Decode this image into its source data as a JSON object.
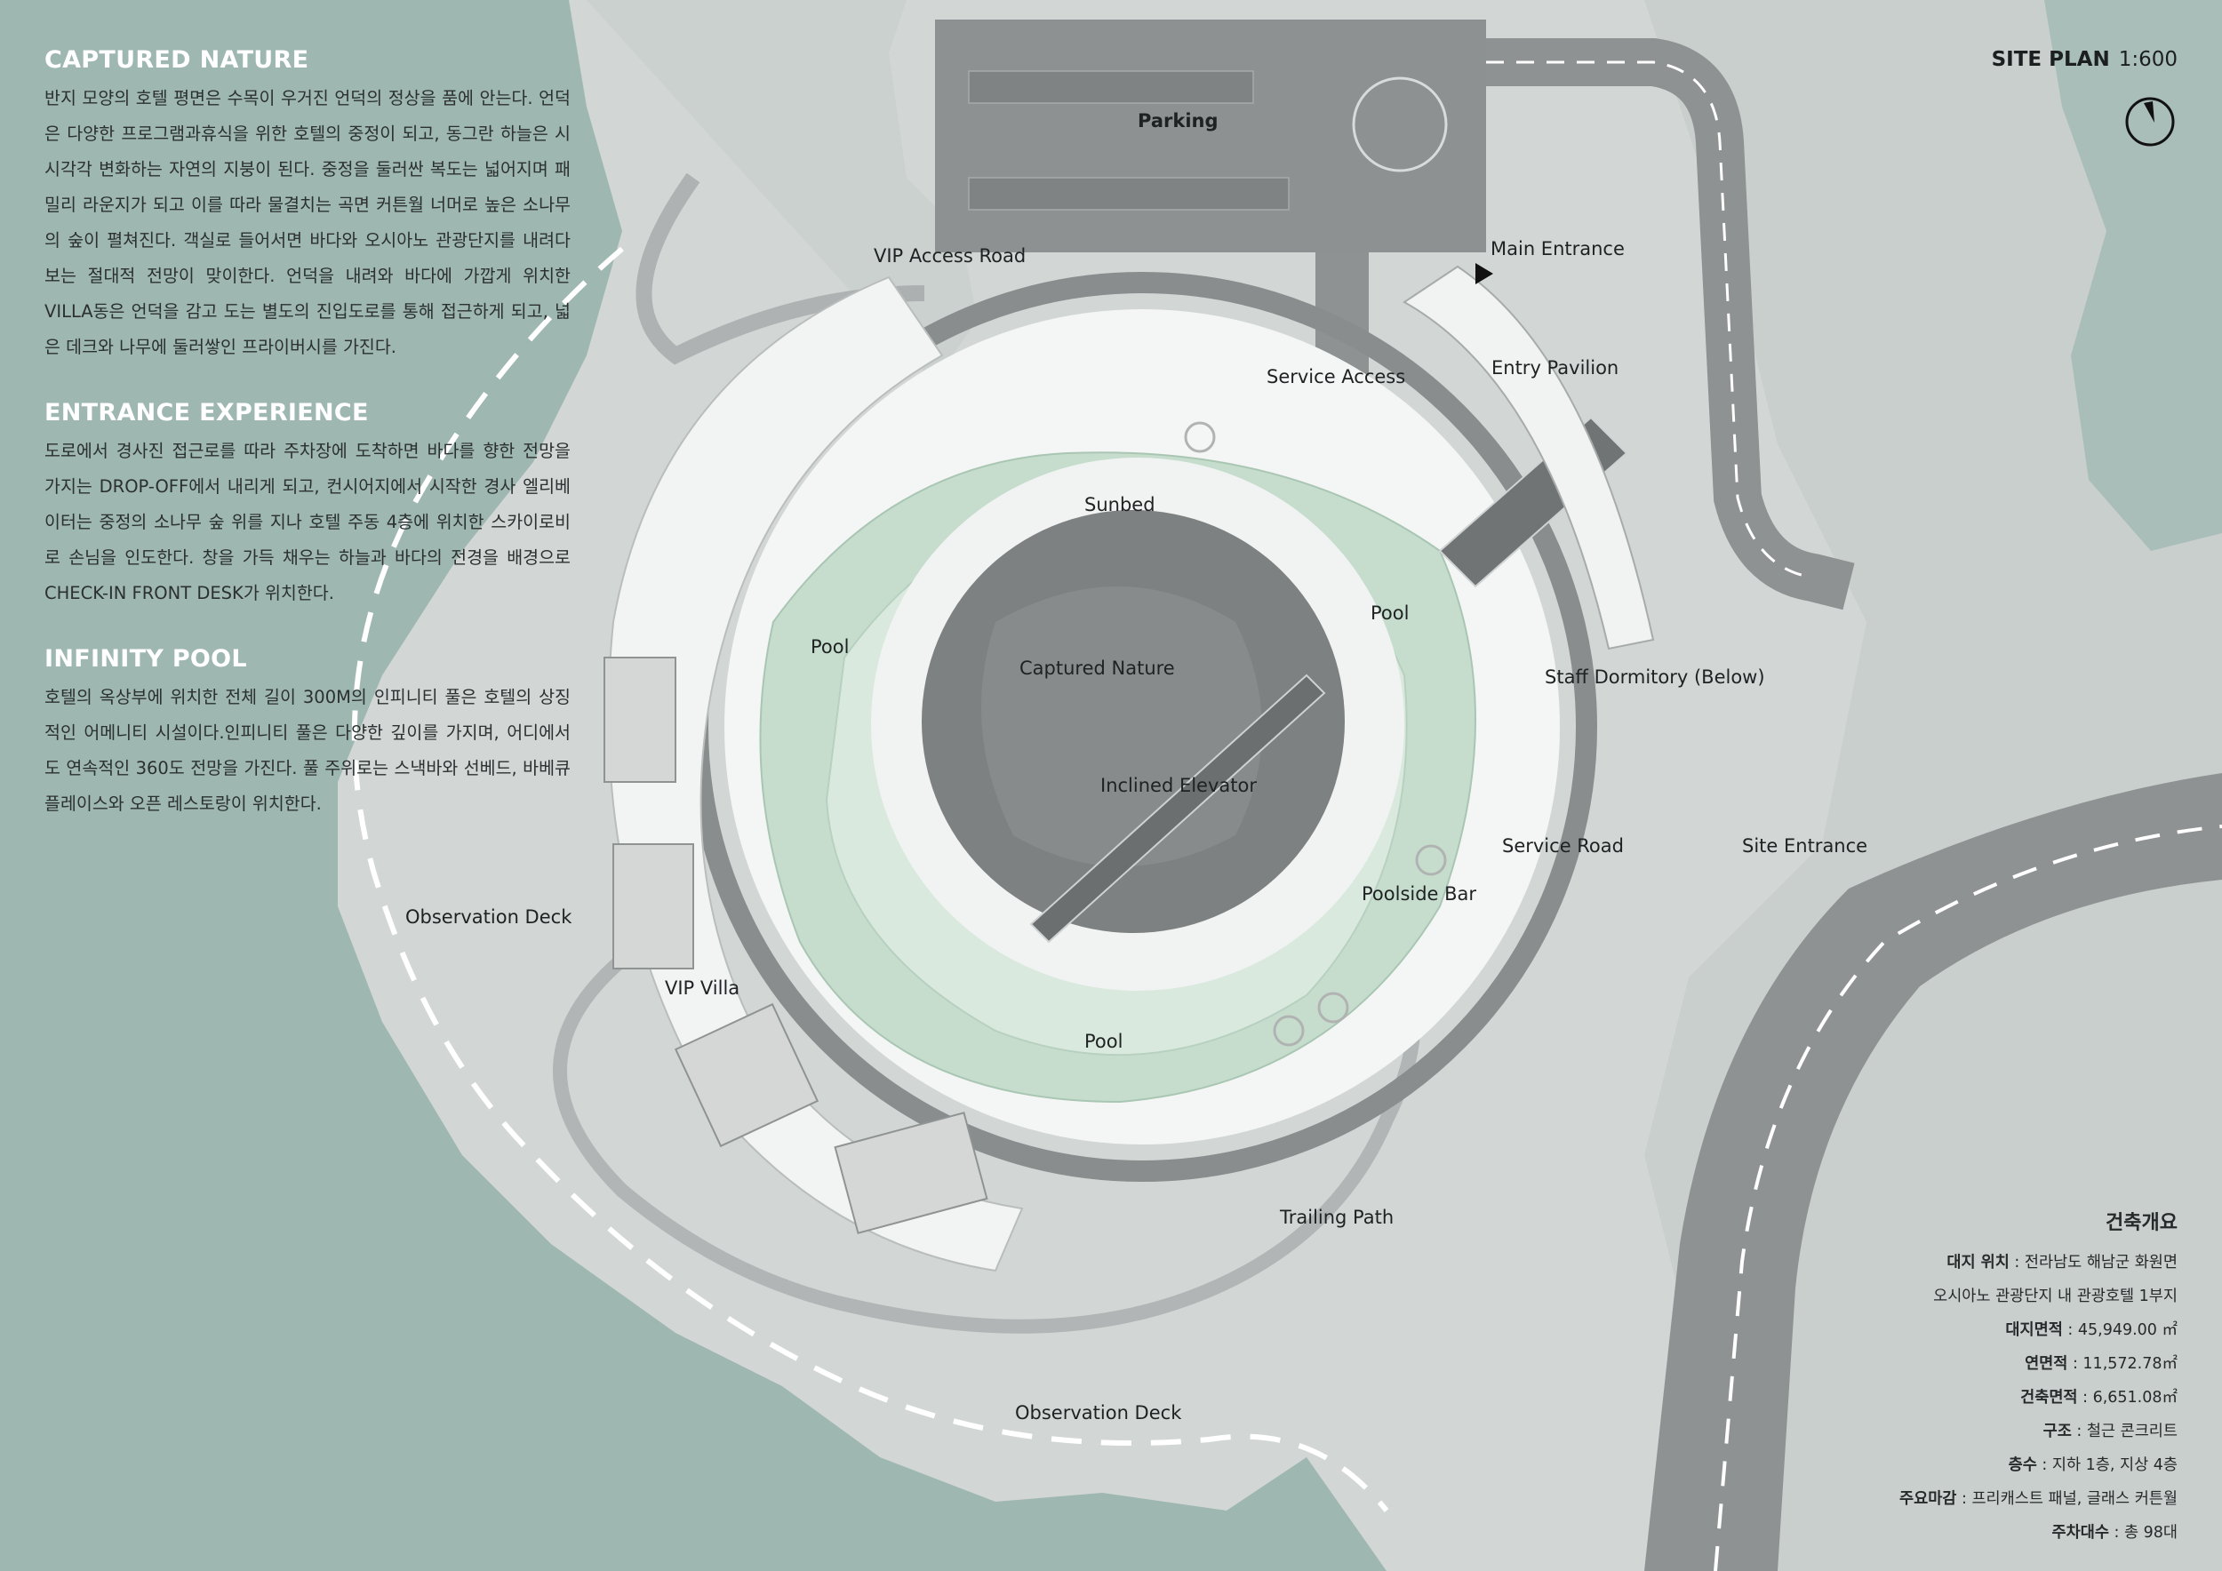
{
  "sections": [
    {
      "title": "CAPTURED NATURE",
      "body": "반지 모양의 호텔 평면은 수목이 우거진 언덕의 정상을 품에 안는다. 언덕은 다양한 프로그램과휴식을 위한 호텔의 중정이 되고, 동그란 하늘은 시시각각 변화하는 자연의 지붕이 된다. 중정을 둘러싼 복도는 넓어지며 패밀리 라운지가 되고 이를 따라 물결치는 곡면 커튼월 너머로 높은 소나무의 숲이 펼쳐진다. 객실로 들어서면 바다와 오시아노 관광단지를 내려다보는 절대적 전망이 맞이한다. 언덕을 내려와 바다에 가깝게 위치한 VILLA동은 언덕을 감고 도는 별도의 진입도로를 통해 접근하게 되고, 넓은 데크와 나무에 둘러쌓인 프라이버시를 가진다."
    },
    {
      "title": "ENTRANCE EXPERIENCE",
      "body": "도로에서 경사진 접근로를 따라 주차장에 도착하면 바다를 향한 전망을 가지는 DROP-OFF에서 내리게 되고, 컨시어지에서 시작한 경사 엘리베이터는 중정의 소나무 숲 위를 지나 호텔 주동 4층에 위치한 스카이로비로 손님을 인도한다. 창을 가득 채우는 하늘과 바다의 전경을 배경으로 CHECK-IN FRONT DESK가 위치한다."
    },
    {
      "title": "INFINITY POOL",
      "body": "호텔의 옥상부에 위치한 전체 길이 300M의 인피니티 풀은 호텔의 상징적인 어메니티 시설이다.인피니티 풀은 다양한 깊이를 가지며, 어디에서도 연속적인 360도 전망을 가진다. 풀 주위로는 스낵바와 선베드, 바베큐 플레이스와 오픈 레스토랑이 위치한다."
    }
  ],
  "site_plan": {
    "title": "SITE PLAN",
    "scale": "1:600"
  },
  "labels": {
    "parking": "Parking",
    "vip_access_road": "VIP Access Road",
    "main_entrance": "Main Entrance",
    "service_access": "Service Access",
    "entry_pavilion": "Entry Pavilion",
    "sunbed": "Sunbed",
    "pool_left": "Pool",
    "pool_right": "Pool",
    "pool_bottom": "Pool",
    "captured_nature": "Captured Nature",
    "staff_dormitory": "Staff Dormitory (Below)",
    "inclined_elevator": "Inclined Elevator",
    "service_road": "Service Road",
    "site_entrance": "Site Entrance",
    "poolside_bar": "Poolside Bar",
    "observation_deck_left": "Observation Deck",
    "vip_villa": "VIP Villa",
    "trailing_path": "Trailing Path",
    "observation_deck_bottom": "Observation Deck"
  },
  "spec": {
    "title": "건축개요",
    "site_location_label": "대지 위치",
    "site_location_1": "전라남도 해남군 화원면",
    "site_location_2": "오시아노  관광단지 내 관광호텔 1부지",
    "site_area_label": "대지면적",
    "site_area": "45,949.00 ㎡",
    "floor_area_label": "연면적",
    "floor_area": "11,572.78㎡",
    "building_area_label": "건축면적",
    "building_area": "6,651.08㎡",
    "structure_label": "구조",
    "structure": "철근 콘크리트",
    "floors_label": "층수",
    "floors": "지하 1층, 지상 4층",
    "finish_label": "주요마감",
    "finish": "프리캐스트 패널, 글래스 커튼월",
    "parking_label": "주차대수",
    "parking_count": "총 98대"
  },
  "colors": {
    "sea": "#9fb7b1",
    "land": "#d3d8d6",
    "road": "#8b8e8e",
    "pool": "#c9dfd0",
    "building": "#f5f6f6"
  }
}
